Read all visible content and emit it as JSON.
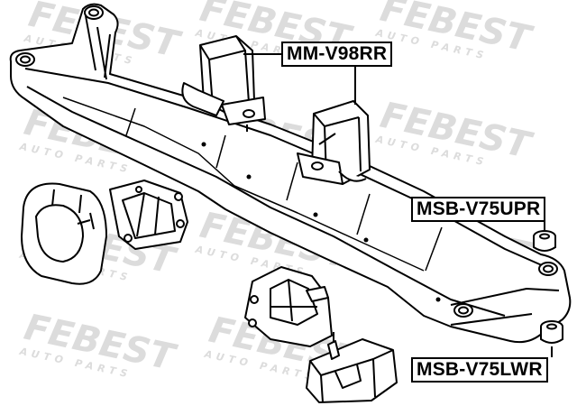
{
  "watermark": {
    "brand": "FEBEST",
    "tagline": "AUTO PARTS"
  },
  "parts": [
    {
      "label": "MM-V98RR"
    },
    {
      "label": "MSB-V75UPR"
    },
    {
      "label": "MSB-V75LWR"
    }
  ],
  "colors": {
    "line": "#000000",
    "watermark": "#d8d8d8",
    "background": "#ffffff"
  }
}
